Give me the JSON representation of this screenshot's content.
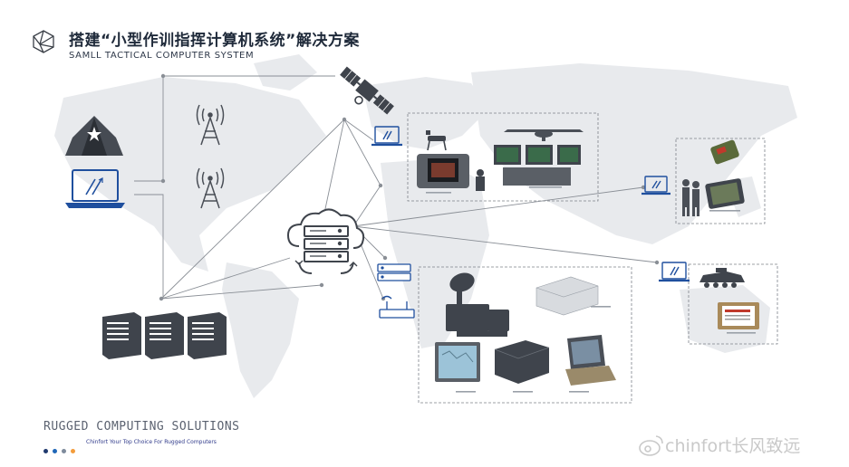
{
  "header": {
    "title_cn": "搭建“小型作训指挥计算机系统”解决方案",
    "title_en": "SAMLL TACTICAL COMPUTER SYSTEM"
  },
  "footer": {
    "title": "RUGGED COMPUTING SOLUTIONS",
    "tagline": "Chinfort Your Top Choice For Rugged Computers",
    "dot_colors": [
      "#1f3a6e",
      "#1f67b8",
      "#7e8b9c",
      "#f39c3b"
    ]
  },
  "watermark": "chinfort长风致远",
  "colors": {
    "accent_blue": "#1f4f9e",
    "line_gray": "#8a8f96",
    "map_gray": "#e7e9ec",
    "icon_dark": "#4a4f57"
  },
  "nodes": {
    "command_tent": "tent-icon",
    "command_laptop": "laptop-icon",
    "tower_1": "radio-tower-icon",
    "tower_2": "radio-tower-icon",
    "satellite": "satellite-icon",
    "cloud_server": "cloud-server-icon",
    "server_rack": "server-rack-icon"
  }
}
